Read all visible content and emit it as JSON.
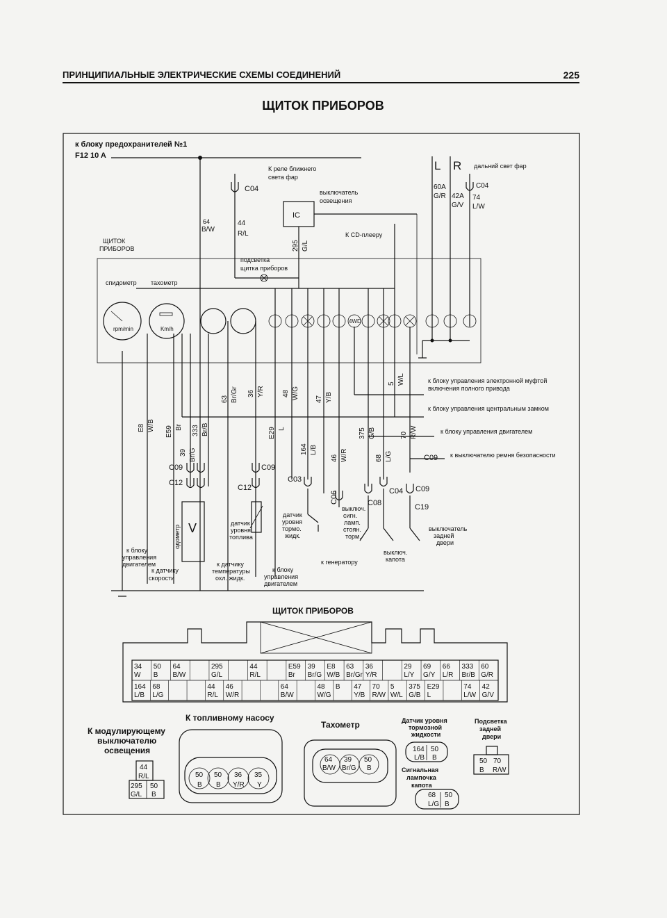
{
  "header": {
    "title": "ПРИНЦИПИАЛЬНЫЕ ЭЛЕКТРИЧЕСКИЕ СХЕМЫ СОЕДИНЕНИЙ",
    "page_number": "225"
  },
  "diagram_title": "ЩИТОК ПРИБОРОВ",
  "supply": {
    "line1": "к блоку предохранителей №1",
    "line2": "F12 10 A"
  },
  "top": {
    "relay": "К реле ближнего",
    "relay2": "света фар",
    "c04": "C04",
    "switch1": "выключатель",
    "switch2": "освещения",
    "ic": "IC",
    "cd": "К CD-плееру",
    "w64": "64",
    "w64c": "B/W",
    "w44": "44",
    "w44c": "R/L",
    "w295": "295",
    "w295c": "G/L",
    "lamp1": "подсветка",
    "lamp2": "щитка приборов",
    "L": "L",
    "R": "R",
    "high": "дальний свет фар",
    "c04b": "C04",
    "w60": "60A",
    "w60c": "G/R",
    "w42": "42A",
    "w42c": "G/V",
    "w74": "74",
    "w74c": "L/W"
  },
  "panel": {
    "label1": "ЩИТОК",
    "label2": "ПРИБОРОВ",
    "speedo": "спидометр",
    "tacho": "тахометр",
    "rpm": "rpm/min",
    "kmh": "Km/h",
    "fourwd": "4WD"
  },
  "wires": {
    "w63": "63",
    "w63c": "Br/Gr",
    "w36": "36",
    "w36c": "Y/R",
    "w48": "48",
    "w48c": "W/G",
    "w47": "47",
    "w47c": "Y/B",
    "w5": "5",
    "w5c": "W/L",
    "e8": "E8",
    "e8c": "W/B",
    "e59": "E59",
    "e59c": "Br",
    "w333": "333",
    "w333c": "Br/B",
    "w39": "39",
    "w39c": "Br/G",
    "e29": "E29",
    "e29c": "L",
    "w164": "164",
    "w164c": "L/B",
    "w46": "46",
    "w46c": "W/R",
    "w375": "375",
    "w375c": "G/B",
    "w68": "68",
    "w68c": "L/G",
    "w70": "70",
    "w70c": "R/W"
  },
  "right_labels": {
    "r1a": "к блоку управления электронной муфтой",
    "r1b": "включения полного привода",
    "r2": "к блоку управления центральным замком",
    "r3": "к блоку управления двигателем",
    "r4": "к выключателю ремня безопасности"
  },
  "connectors": {
    "c09": "C09",
    "c12": "C12",
    "c03": "C03",
    "c06": "C06",
    "c08": "C08",
    "c04": "C04",
    "c19": "C19",
    "v": "V"
  },
  "bottom_labels": {
    "odo": "одометр",
    "ecu1": "к блоку",
    "ecu2": "управления",
    "ecu3": "двигателем",
    "spd1": "к датчику",
    "spd2": "скорости",
    "fuel1": "датчик",
    "fuel2": "уровня",
    "fuel3": "топлива",
    "temp1": "к датчику",
    "temp2": "температуры",
    "temp3": "охл. жидк.",
    "ecu4": "к блоку",
    "ecu5": "управления",
    "ecu6": "двигателем",
    "brk1": "датчик",
    "brk2": "уровня",
    "brk3": "тормо.",
    "brk4": "жидк.",
    "park1": "выключ.",
    "park2": "сигн.",
    "park3": "ламп.",
    "park4": "стоян.",
    "park5": "торм.",
    "gen": "к генератору",
    "hood1": "выключ.",
    "hood2": "капота",
    "rear1": "выключатель",
    "rear2": "задней",
    "rear3": "двери"
  },
  "connector_table": {
    "title": "ЩИТОК ПРИБОРОВ",
    "row1": [
      [
        "34",
        "W"
      ],
      [
        "50",
        "B"
      ],
      [
        "64",
        "B/W"
      ],
      [
        "",
        ""
      ],
      [
        "295",
        "G/L"
      ],
      [
        "",
        ""
      ],
      [
        "44",
        "R/L"
      ],
      [
        "",
        ""
      ],
      [
        "E59",
        "Br"
      ],
      [
        "39",
        "Br/G"
      ],
      [
        "E8",
        "W/B"
      ],
      [
        "63",
        "Br/Gr"
      ],
      [
        "36",
        "Y/R"
      ],
      [
        "",
        ""
      ],
      [
        "29",
        "L/Y"
      ],
      [
        "69",
        "G/Y"
      ],
      [
        "66",
        "L/R"
      ],
      [
        "333",
        "Br/B"
      ],
      [
        "60",
        "G/R"
      ]
    ],
    "row2": [
      [
        "164",
        "L/B"
      ],
      [
        "68",
        "L/G"
      ],
      [
        "",
        ""
      ],
      [
        "",
        ""
      ],
      [
        "44",
        "R/L"
      ],
      [
        "46",
        "W/R"
      ],
      [
        "",
        ""
      ],
      [
        "",
        ""
      ],
      [
        "64",
        "B/W"
      ],
      [
        "",
        ""
      ],
      [
        "48",
        "W/G"
      ],
      [
        "B",
        ""
      ],
      [
        "47",
        "Y/B"
      ],
      [
        "70",
        "R/W"
      ],
      [
        "5",
        "W/L"
      ],
      [
        "375",
        "G/B"
      ],
      [
        "E29",
        "L"
      ],
      [
        "",
        ""
      ],
      [
        "74",
        "L/W"
      ],
      [
        "42",
        "G/V"
      ]
    ]
  },
  "bottom_connectors": {
    "mod_title1": "К модулирующему",
    "mod_title2": "выключателю",
    "mod_title3": "освещения",
    "mod_a": "44",
    "mod_ac": "R/L",
    "mod_b": "295",
    "mod_bc": "G/L",
    "mod_c": "50",
    "mod_cc": "B",
    "fuel_title": "К топливному насосу",
    "f1": "50",
    "f1c": "B",
    "f2": "50",
    "f2c": "B",
    "f3": "36",
    "f3c": "Y/R",
    "f4": "35",
    "f4c": "Y",
    "tach_title": "Тахометр",
    "t1": "64",
    "t1c": "B/W",
    "t2": "39",
    "t2c": "Br/G",
    "t3": "50",
    "t3c": "B",
    "bf_title1": "Датчик уровня",
    "bf_title2": "тормозной",
    "bf_title3": "жидкости",
    "bf1": "164",
    "bf1c": "L/B",
    "bf2": "50",
    "bf2c": "B",
    "hood_title1": "Сигнальная",
    "hood_title2": "лампочка",
    "hood_title3": "капота",
    "h1": "68",
    "h1c": "L/G",
    "h2": "50",
    "h2c": "B",
    "door_title1": "Подсветка",
    "door_title2": "задней",
    "door_title3": "двери",
    "d1": "50",
    "d1c": "B",
    "d2": "70",
    "d2c": "R/W"
  }
}
